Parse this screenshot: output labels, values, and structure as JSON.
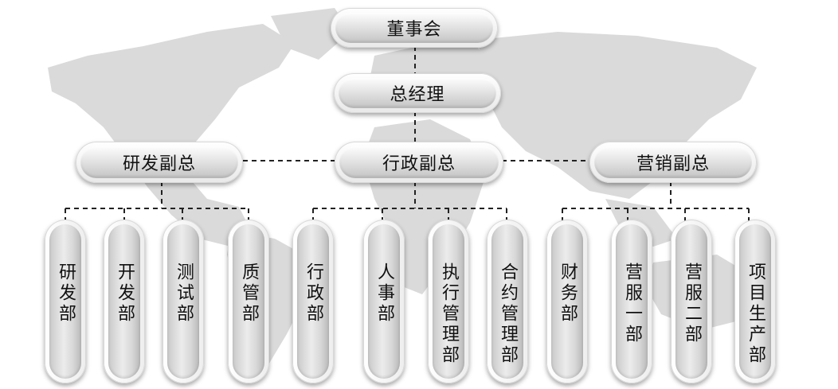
{
  "board": {
    "label": "董事会"
  },
  "general_manager": {
    "label": "总经理"
  },
  "vice_presidents": [
    {
      "label": "研发副总"
    },
    {
      "label": "行政副总"
    },
    {
      "label": "营销副总"
    }
  ],
  "departments": [
    {
      "label": "研发部"
    },
    {
      "label": "开发部"
    },
    {
      "label": "测试部"
    },
    {
      "label": "质管部"
    },
    {
      "label": "行政部"
    },
    {
      "label": "人事部"
    },
    {
      "label": "执行管理部"
    },
    {
      "label": "合约管理部"
    },
    {
      "label": "财务部"
    },
    {
      "label": "营服一部"
    },
    {
      "label": "营服二部"
    },
    {
      "label": "项目生产部"
    }
  ],
  "colors": {
    "map": "#d9d9d9",
    "connector": "#222222"
  }
}
